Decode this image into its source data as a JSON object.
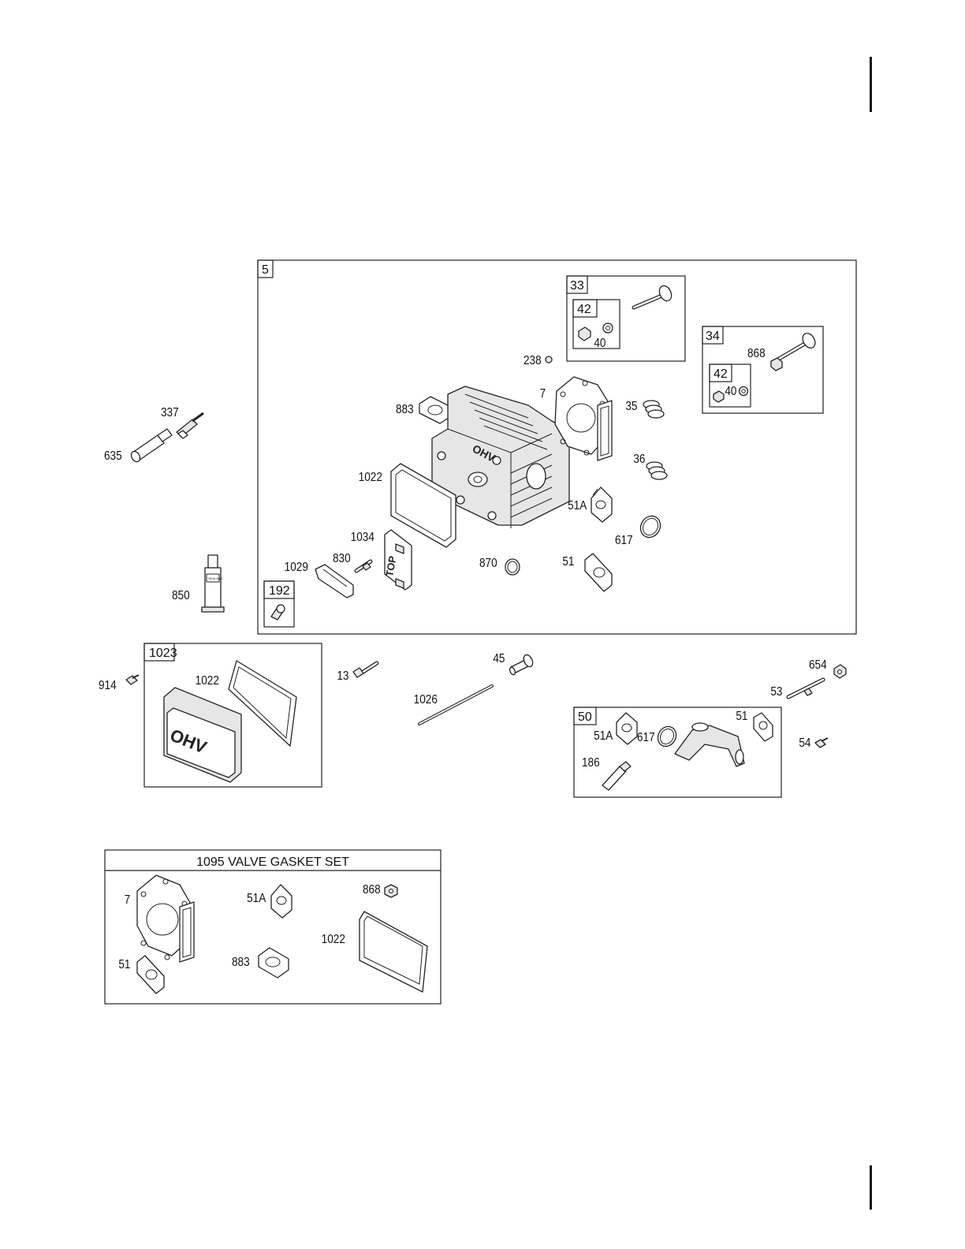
{
  "colors": {
    "ink": "#111111",
    "paper": "#ffffff",
    "part_fill": "#e6e6e6"
  },
  "groups": {
    "g5": "5",
    "g33": "33",
    "g33_42": "42",
    "g34": "34",
    "g34_42": "42",
    "g192": "192",
    "g1023": "1023",
    "g50": "50",
    "g1095": "1095 VALVE GASKET SET"
  },
  "callouts": [
    "337",
    "635",
    "850",
    "238",
    "883",
    "7",
    "35",
    "36",
    "1022",
    "51A",
    "617",
    "1034",
    "830",
    "1029",
    "870",
    "51",
    "40",
    "868",
    "40",
    "914",
    "1022",
    "13",
    "45",
    "1026",
    "654",
    "53",
    "54",
    "51",
    "51A",
    "617",
    "186",
    "7",
    "51A",
    "868",
    "1022",
    "51",
    "883"
  ],
  "text_on_parts": {
    "gasket_top": "TOP",
    "cover_logo": "OHV",
    "head_logo": "OHV",
    "sealant_tube": "SEALANT"
  }
}
